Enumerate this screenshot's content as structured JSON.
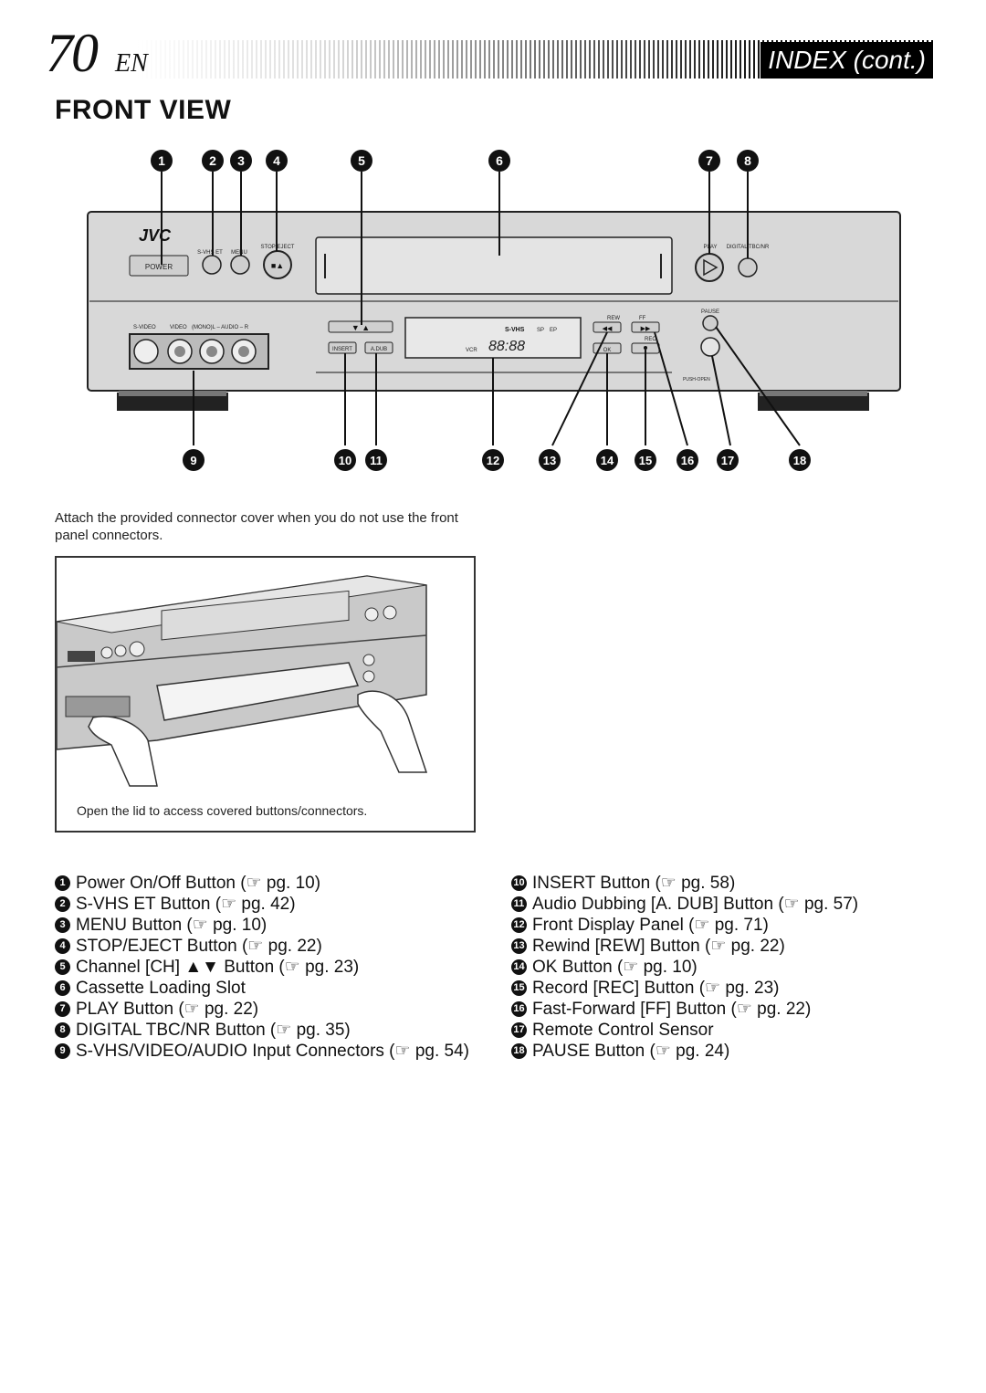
{
  "header": {
    "page_number": "70",
    "language": "EN",
    "title": "INDEX (cont.)"
  },
  "section_title": "FRONT VIEW",
  "callout_numbers": [
    "1",
    "2",
    "3",
    "4",
    "5",
    "6",
    "7",
    "8",
    "9",
    "10",
    "11",
    "12",
    "13",
    "14",
    "15",
    "16",
    "17",
    "18"
  ],
  "panel_labels": {
    "brand": "JVC",
    "power": "POWER",
    "svhs_et": "S-VHS ET",
    "menu": "MENU",
    "stop_eject": "STOP/EJECT",
    "play": "PLAY",
    "digital_tbc": "DIGITAL TBC/NR",
    "pause": "PAUSE",
    "s_video": "S-VIDEO",
    "video": "VIDEO",
    "audio": "(MONO)L – AUDIO – R",
    "insert": "INSERT",
    "adub": "A.DUB",
    "rew": "REW",
    "ff": "FF",
    "ok": "OK",
    "rec": "REC",
    "push_open": "PUSH-OPEN",
    "sp": "SP",
    "ep": "EP",
    "vcr": "VCR",
    "display_digits": "88:88"
  },
  "connector_note": "Attach the provided connector cover when you do not use the front panel connectors.",
  "photo_caption": "Open the lid to access covered buttons/connectors.",
  "index_left": [
    {
      "num": "1",
      "text": "Power On/Off Button (☞ pg. 10)"
    },
    {
      "num": "2",
      "text": "S-VHS ET Button (☞ pg. 42)"
    },
    {
      "num": "3",
      "text": "MENU Button (☞ pg. 10)"
    },
    {
      "num": "4",
      "text": "STOP/EJECT Button (☞ pg. 22)"
    },
    {
      "num": "5",
      "text": "Channel [CH] ▲▼ Button (☞ pg. 23)"
    },
    {
      "num": "6",
      "text": "Cassette Loading Slot"
    },
    {
      "num": "7",
      "text": "PLAY Button (☞ pg. 22)"
    },
    {
      "num": "8",
      "text": "DIGITAL TBC/NR Button (☞ pg. 35)"
    },
    {
      "num": "9",
      "text": "S-VHS/VIDEO/AUDIO Input Connectors (☞ pg. 54)"
    }
  ],
  "index_right": [
    {
      "num": "10",
      "text": "INSERT Button (☞ pg. 58)"
    },
    {
      "num": "11",
      "text": "Audio Dubbing [A. DUB] Button (☞ pg. 57)"
    },
    {
      "num": "12",
      "text": "Front Display Panel (☞ pg. 71)"
    },
    {
      "num": "13",
      "text": "Rewind [REW] Button (☞ pg. 22)"
    },
    {
      "num": "14",
      "text": "OK Button (☞ pg. 10)"
    },
    {
      "num": "15",
      "text": "Record [REC] Button (☞ pg. 23)"
    },
    {
      "num": "16",
      "text": "Fast-Forward [FF] Button (☞ pg. 22)"
    },
    {
      "num": "17",
      "text": "Remote Control Sensor"
    },
    {
      "num": "18",
      "text": "PAUSE Button (☞ pg. 24)"
    }
  ]
}
